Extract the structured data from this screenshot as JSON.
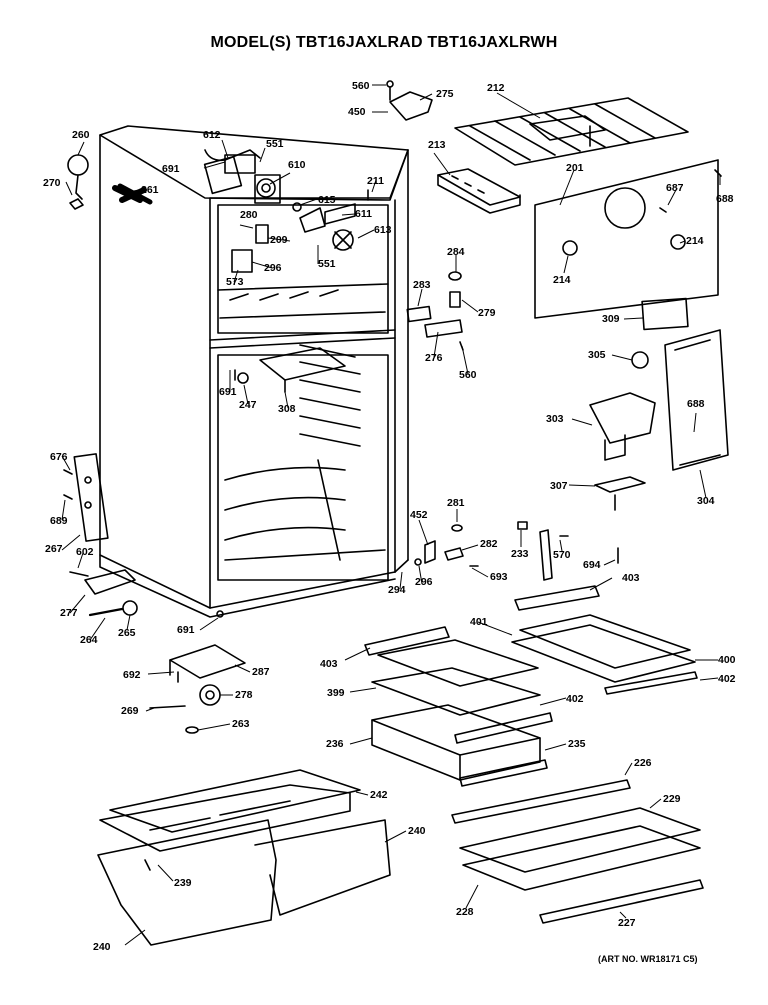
{
  "title": "MODEL(S) TBT16JAXLRAD  TBT16JAXLRWH",
  "art_number": "(ART NO. WR18171 C5)",
  "callouts": [
    {
      "id": "560",
      "text": "560"
    },
    {
      "id": "275",
      "text": "275"
    },
    {
      "id": "212",
      "text": "212"
    },
    {
      "id": "450",
      "text": "450"
    },
    {
      "id": "260",
      "text": "260"
    },
    {
      "id": "612",
      "text": "612"
    },
    {
      "id": "551a",
      "text": "551"
    },
    {
      "id": "691a",
      "text": "691"
    },
    {
      "id": "610",
      "text": "610"
    },
    {
      "id": "213",
      "text": "213"
    },
    {
      "id": "201",
      "text": "201"
    },
    {
      "id": "688a",
      "text": "688"
    },
    {
      "id": "270",
      "text": "270"
    },
    {
      "id": "261",
      "text": "261"
    },
    {
      "id": "615",
      "text": "615"
    },
    {
      "id": "211",
      "text": "211"
    },
    {
      "id": "687",
      "text": "687"
    },
    {
      "id": "280",
      "text": "280"
    },
    {
      "id": "611",
      "text": "611"
    },
    {
      "id": "209",
      "text": "209"
    },
    {
      "id": "551b",
      "text": "551"
    },
    {
      "id": "613",
      "text": "613"
    },
    {
      "id": "214a",
      "text": "214"
    },
    {
      "id": "284",
      "text": "284"
    },
    {
      "id": "214b",
      "text": "214"
    },
    {
      "id": "296a",
      "text": "296"
    },
    {
      "id": "573",
      "text": "573"
    },
    {
      "id": "283",
      "text": "283"
    },
    {
      "id": "279",
      "text": "279"
    },
    {
      "id": "309",
      "text": "309"
    },
    {
      "id": "276",
      "text": "276"
    },
    {
      "id": "305",
      "text": "305"
    },
    {
      "id": "560b",
      "text": "560"
    },
    {
      "id": "691b",
      "text": "691"
    },
    {
      "id": "247",
      "text": "247"
    },
    {
      "id": "308",
      "text": "308"
    },
    {
      "id": "303",
      "text": "303"
    },
    {
      "id": "688b",
      "text": "688"
    },
    {
      "id": "676",
      "text": "676"
    },
    {
      "id": "307",
      "text": "307"
    },
    {
      "id": "304",
      "text": "304"
    },
    {
      "id": "689",
      "text": "689"
    },
    {
      "id": "281",
      "text": "281"
    },
    {
      "id": "452",
      "text": "452"
    },
    {
      "id": "267",
      "text": "267"
    },
    {
      "id": "282",
      "text": "282"
    },
    {
      "id": "233",
      "text": "233"
    },
    {
      "id": "570",
      "text": "570"
    },
    {
      "id": "602",
      "text": "602"
    },
    {
      "id": "693",
      "text": "693"
    },
    {
      "id": "694",
      "text": "694"
    },
    {
      "id": "403a",
      "text": "403"
    },
    {
      "id": "294",
      "text": "294"
    },
    {
      "id": "296b",
      "text": "296"
    },
    {
      "id": "277",
      "text": "277"
    },
    {
      "id": "264",
      "text": "264"
    },
    {
      "id": "265",
      "text": "265"
    },
    {
      "id": "691c",
      "text": "691"
    },
    {
      "id": "401",
      "text": "401"
    },
    {
      "id": "403b",
      "text": "403"
    },
    {
      "id": "400",
      "text": "400"
    },
    {
      "id": "692",
      "text": "692"
    },
    {
      "id": "287",
      "text": "287"
    },
    {
      "id": "402a",
      "text": "402"
    },
    {
      "id": "399",
      "text": "399"
    },
    {
      "id": "278",
      "text": "278"
    },
    {
      "id": "402b",
      "text": "402"
    },
    {
      "id": "269",
      "text": "269"
    },
    {
      "id": "263",
      "text": "263"
    },
    {
      "id": "236",
      "text": "236"
    },
    {
      "id": "235",
      "text": "235"
    },
    {
      "id": "226",
      "text": "226"
    },
    {
      "id": "242",
      "text": "242"
    },
    {
      "id": "229",
      "text": "229"
    },
    {
      "id": "240a",
      "text": "240"
    },
    {
      "id": "239",
      "text": "239"
    },
    {
      "id": "228",
      "text": "228"
    },
    {
      "id": "227",
      "text": "227"
    },
    {
      "id": "240b",
      "text": "240"
    }
  ]
}
